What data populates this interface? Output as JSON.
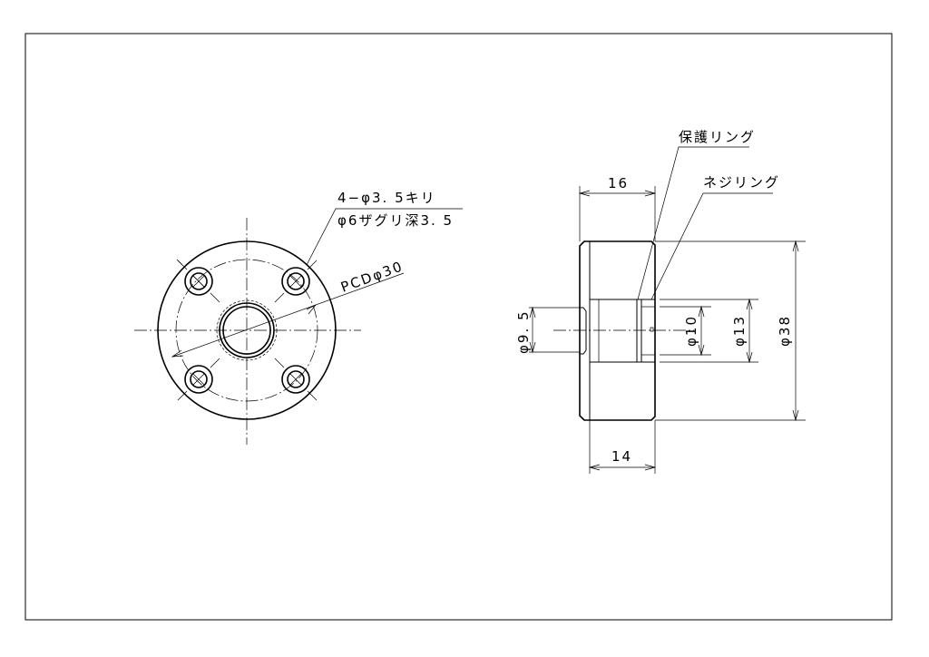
{
  "front_view": {
    "hole_note_line1": "4−φ3. 5キリ",
    "hole_note_line2": "φ6ザグリ深3. 5",
    "pcd_label": "PCDφ30"
  },
  "side_view": {
    "width_top": "16",
    "width_bottom": "14",
    "dia_outer": "φ38",
    "dia_13": "φ13",
    "dia_10": "φ10",
    "dia_9_5": "φ9. 5",
    "label_protect_ring": "保護リング",
    "label_screw_ring": "ネジリング"
  }
}
